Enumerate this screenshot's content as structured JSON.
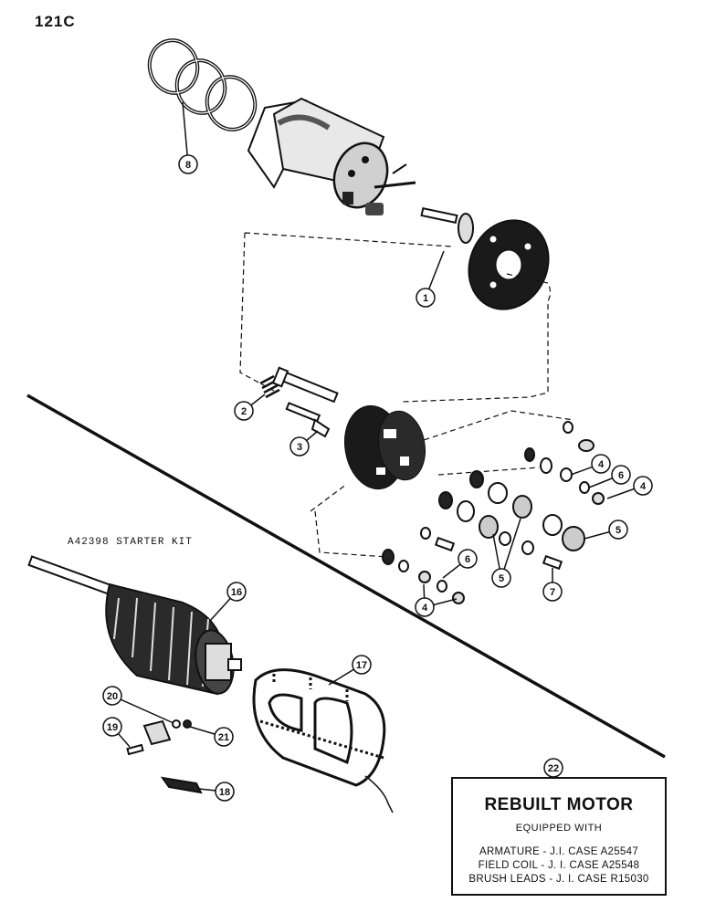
{
  "page": {
    "number": "121C"
  },
  "kit_label": "A42398 STARTER KIT",
  "callouts": [
    "1",
    "2",
    "3",
    "4",
    "4",
    "4",
    "5",
    "5",
    "5",
    "6",
    "6",
    "7",
    "8",
    "16",
    "17",
    "18",
    "19",
    "20",
    "21",
    "22"
  ],
  "rebuilt_box": {
    "title": "REBUILT MOTOR",
    "subtitle": "EQUIPPED WITH",
    "lines": [
      "ARMATURE - J.I. CASE A25547",
      "FIELD COIL - J. I. CASE A25548",
      "BRUSH LEADS - J. I. CASE R15030"
    ]
  }
}
